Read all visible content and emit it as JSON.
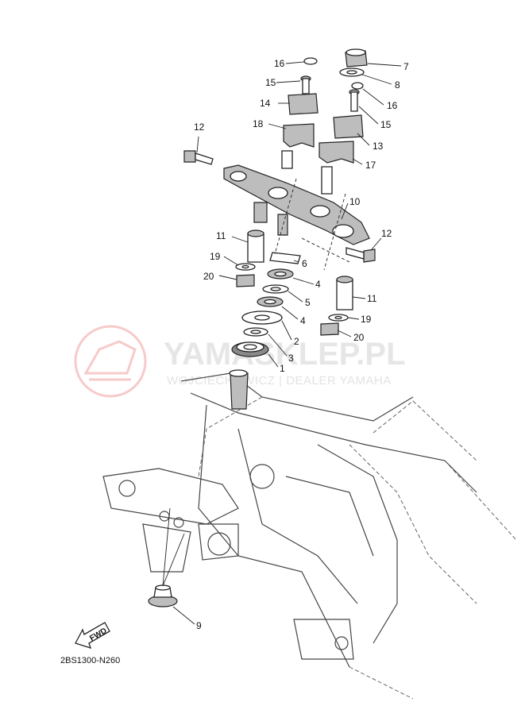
{
  "watermark": {
    "brand": "YAMASKLEP.PL",
    "subtitle": "WOJCIECHOWICZ | DEALER YAMAHA"
  },
  "diagram_code": "2BS1300-N260",
  "fwd_label": "FWD",
  "callouts": {
    "c1": "1",
    "c2": "2",
    "c3": "3",
    "c4a": "4",
    "c4b": "4",
    "c5": "5",
    "c6": "6",
    "c7": "7",
    "c8": "8",
    "c9": "9",
    "c10": "10",
    "c11a": "11",
    "c11b": "11",
    "c12a": "12",
    "c12b": "12",
    "c13": "13",
    "c14": "14",
    "c15a": "15",
    "c15b": "15",
    "c16a": "16",
    "c16b": "16",
    "c17": "17",
    "c18": "18",
    "c19a": "19",
    "c19b": "19",
    "c20a": "20",
    "c20b": "20"
  },
  "colors": {
    "line": "#222222",
    "watermark_logo": "#f7caca",
    "watermark_text": "#e6e6e6"
  }
}
